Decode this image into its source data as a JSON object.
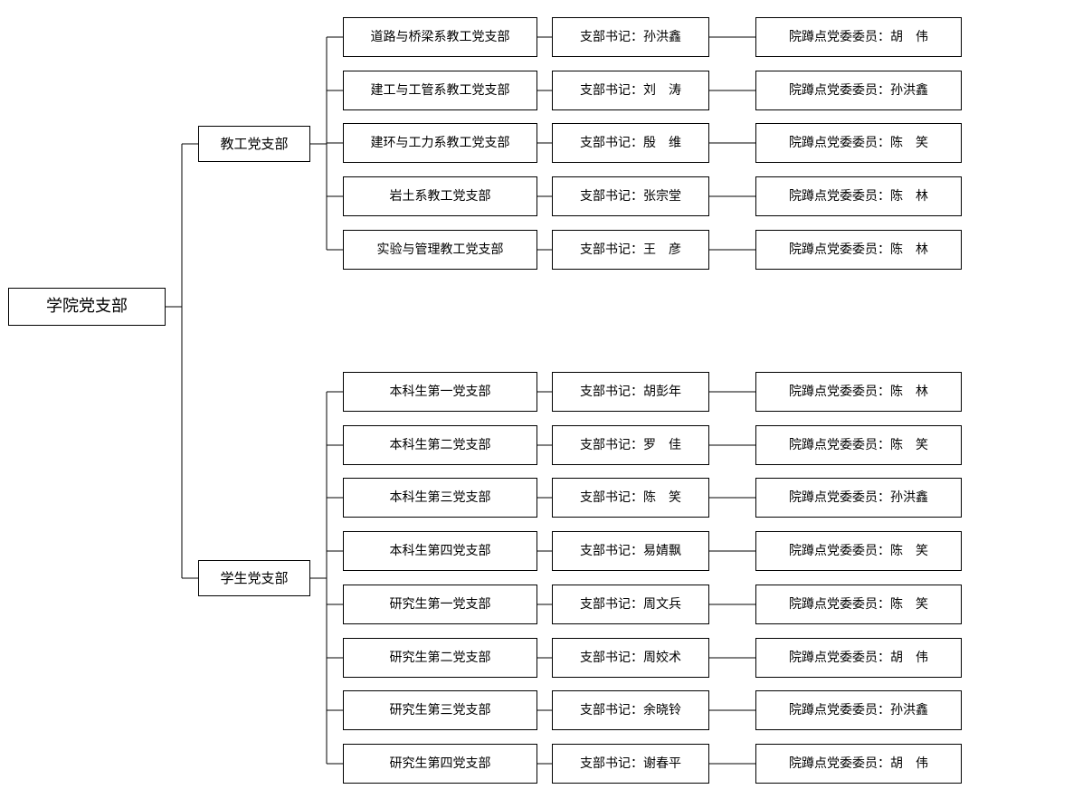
{
  "root": {
    "label": "学院党支部"
  },
  "groups": [
    {
      "label": "教工党支部",
      "branches": [
        {
          "name": "道路与桥梁系教工党支部",
          "secretary": "支部书记：孙洪鑫",
          "member": "院蹲点党委委员：胡　伟"
        },
        {
          "name": "建工与工管系教工党支部",
          "secretary": "支部书记：刘　涛",
          "member": "院蹲点党委委员：孙洪鑫"
        },
        {
          "name": "建环与工力系教工党支部",
          "secretary": "支部书记：殷　维",
          "member": "院蹲点党委委员：陈　笑"
        },
        {
          "name": "岩土系教工党支部",
          "secretary": "支部书记：张宗堂",
          "member": "院蹲点党委委员：陈　林"
        },
        {
          "name": "实验与管理教工党支部",
          "secretary": "支部书记：王　彦",
          "member": "院蹲点党委委员：陈　林"
        }
      ]
    },
    {
      "label": "学生党支部",
      "branches": [
        {
          "name": "本科生第一党支部",
          "secretary": "支部书记：胡彭年",
          "member": "院蹲点党委委员：陈　林"
        },
        {
          "name": "本科生第二党支部",
          "secretary": "支部书记：罗　佳",
          "member": "院蹲点党委委员：陈　笑"
        },
        {
          "name": "本科生第三党支部",
          "secretary": "支部书记：陈　笑",
          "member": "院蹲点党委委员：孙洪鑫"
        },
        {
          "name": "本科生第四党支部",
          "secretary": "支部书记：易婧飘",
          "member": "院蹲点党委委员：陈　笑"
        },
        {
          "name": "研究生第一党支部",
          "secretary": "支部书记：周文兵",
          "member": "院蹲点党委委员：陈　笑"
        },
        {
          "name": "研究生第二党支部",
          "secretary": "支部书记：周姣术",
          "member": "院蹲点党委委员：胡　伟"
        },
        {
          "name": "研究生第三党支部",
          "secretary": "支部书记：余晓铃",
          "member": "院蹲点党委委员：孙洪鑫"
        },
        {
          "name": "研究生第四党支部",
          "secretary": "支部书记：谢春平",
          "member": "院蹲点党委委员：胡　伟"
        }
      ]
    }
  ]
}
